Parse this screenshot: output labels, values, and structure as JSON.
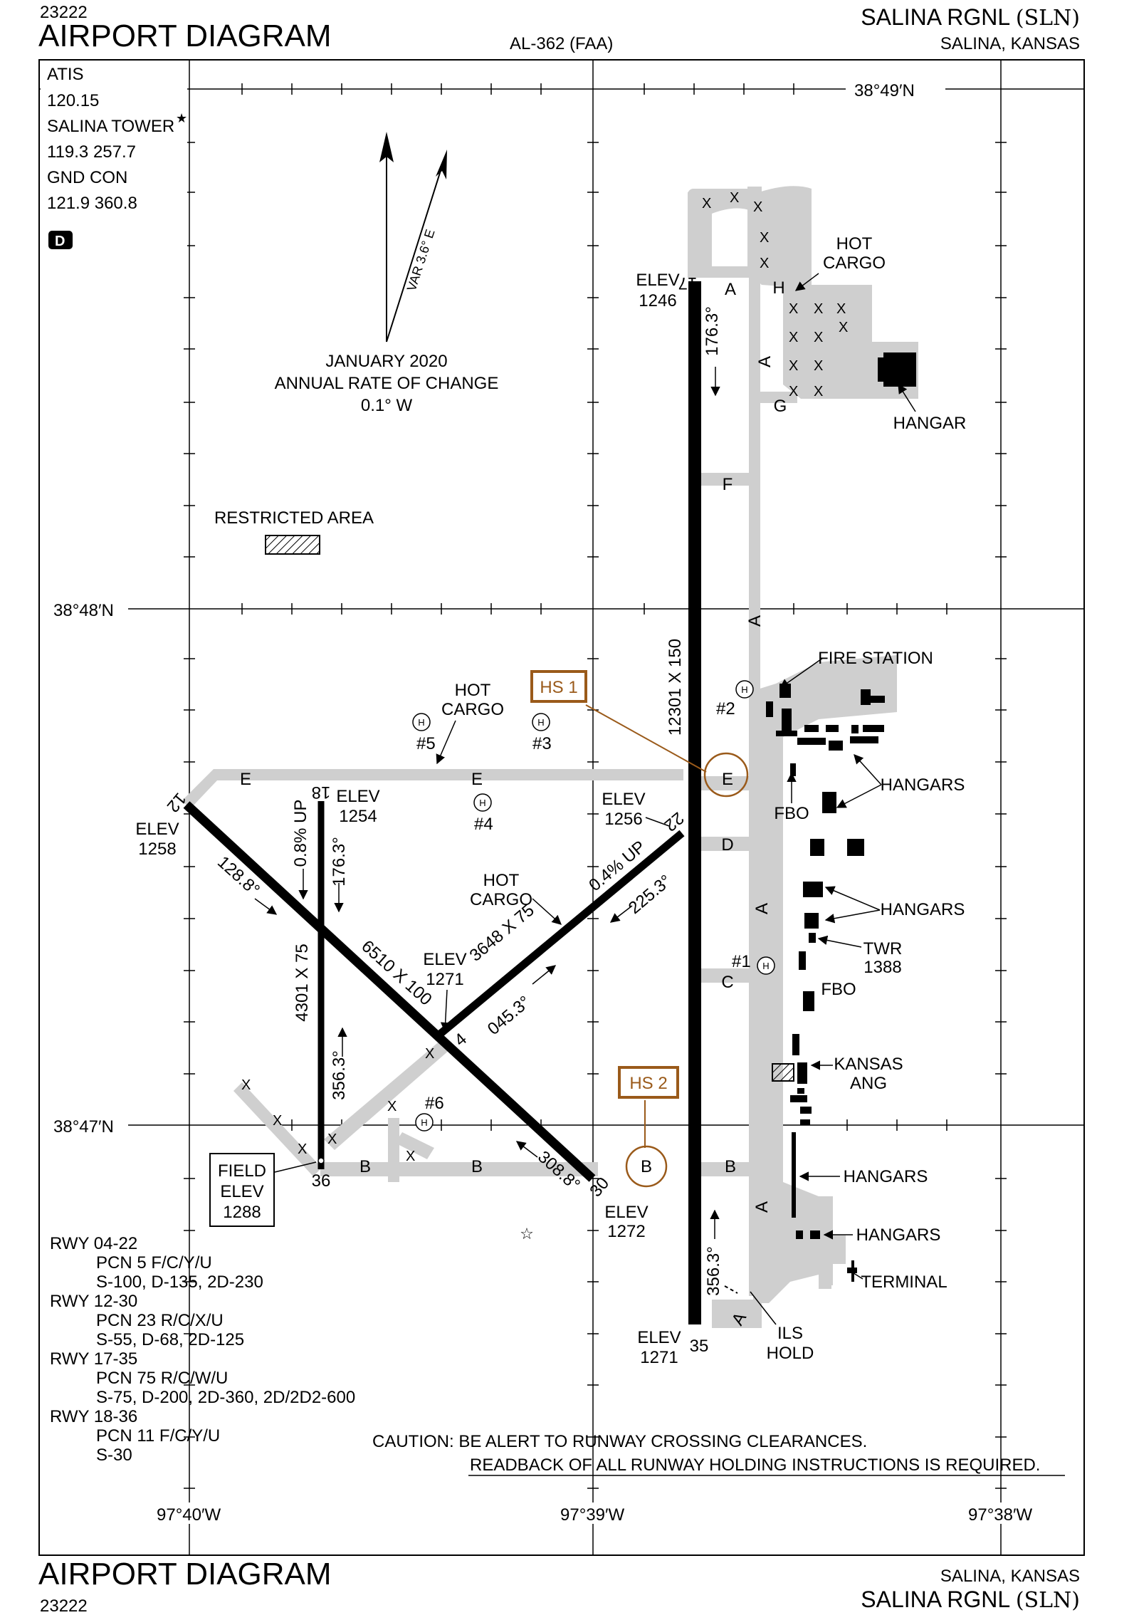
{
  "header": {
    "volume_top": "23222",
    "title_top": "AIRPORT DIAGRAM",
    "procedure": "AL-362 (FAA)",
    "airport_top": "SALINA RGNL",
    "airport_code_top": "(SLN)",
    "city_top": "SALINA, KANSAS"
  },
  "footer": {
    "title_bottom": "AIRPORT DIAGRAM",
    "volume_bottom": "23222",
    "city_bottom": "SALINA, KANSAS",
    "airport_bottom": "SALINA RGNL",
    "airport_code_bottom": "(SLN)"
  },
  "frequencies": {
    "atis_label": "ATIS",
    "atis_freq": "120.15",
    "tower_label": "SALINA TOWER",
    "tower_star": "★",
    "tower_freq": "119.3  257.7",
    "gnd_label": "GND CON",
    "gnd_freq": "121.9  360.8",
    "class_badge": "D"
  },
  "magnetic": {
    "var_label": "VAR 3.6° E",
    "date": "JANUARY 2020",
    "rate_label": "ANNUAL RATE OF CHANGE",
    "rate": "0.1° W"
  },
  "coordinates": {
    "lat_top": "38°49′N",
    "lat_mid": "38°48′N",
    "lat_bot": "38°47′N",
    "lon_left": "97°40′W",
    "lon_mid": "97°39′W",
    "lon_right": "97°38′W"
  },
  "labels": {
    "restricted_area": "RESTRICTED AREA",
    "hot_cargo": "HOT",
    "hot_cargo2": "CARGO",
    "hangar": "HANGAR",
    "hangars": "HANGARS",
    "fire_station": "FIRE STATION",
    "fbo": "FBO",
    "twr": "TWR",
    "twr_elev": "1388",
    "kansas": "KANSAS",
    "ang": "ANG",
    "terminal": "TERMINAL",
    "ils": "ILS",
    "hold": "HOLD",
    "field": "FIELD",
    "elev": "ELEV",
    "field_elev": "1288",
    "hs1": "HS 1",
    "hs2": "HS 2",
    "heli_1": "#1",
    "heli_2": "#2",
    "heli_3": "#3",
    "heli_4": "#4",
    "heli_5": "#5",
    "heli_6": "#6",
    "heli_symbol": "H"
  },
  "runways": {
    "rwy_17_35_dims": "12301 X 150",
    "rwy_04_22_dims": "3648 X 75",
    "rwy_12_30_dims": "6510 X 100",
    "rwy_18_36_dims": "4301 X 75",
    "end_17": "17",
    "end_35": "35",
    "end_4": "4",
    "end_22": "22",
    "end_12": "12",
    "end_30": "30",
    "end_18": "18",
    "end_36": "36",
    "elev_17": "1246",
    "elev_35": "1271",
    "elev_12": "1258",
    "elev_30": "1272",
    "elev_18": "1254",
    "elev_22": "1256",
    "elev_4": "1271",
    "hdg_176": "176.3°",
    "hdg_356": "356.3°",
    "hdg_128": "128.8°",
    "hdg_308": "308.8°",
    "hdg_225": "225.3°",
    "hdg_045": "045.3°",
    "slope_18": "0.8% UP",
    "slope_22": "0.4% UP"
  },
  "taxiways": {
    "a": "A",
    "b": "B",
    "c": "C",
    "d": "D",
    "e": "E",
    "f": "F",
    "g": "G",
    "h": "H"
  },
  "pcn": [
    {
      "rwy": "RWY 04-22",
      "pcn": "PCN 5 F/C/Y/U",
      "loads": "S-100, D-135, 2D-230"
    },
    {
      "rwy": "RWY 12-30",
      "pcn": "PCN 23 R/C/X/U",
      "loads": "S-55, D-68, 2D-125"
    },
    {
      "rwy": "RWY 17-35",
      "pcn": "PCN 75 R/C/W/U",
      "loads": "S-75, D-200, 2D-360, 2D/2D2-600"
    },
    {
      "rwy": "RWY 18-36",
      "pcn": "PCN 11 F/C/Y/U",
      "loads": "S-30"
    }
  ],
  "caution": {
    "line1": "CAUTION: BE ALERT TO RUNWAY CROSSING CLEARANCES.",
    "line2": "READBACK OF ALL RUNWAY HOLDING INSTRUCTIONS IS REQUIRED."
  },
  "colors": {
    "hotspot": "#9a5a1a",
    "pavement": "#cfcfcf",
    "runway": "#000000"
  }
}
